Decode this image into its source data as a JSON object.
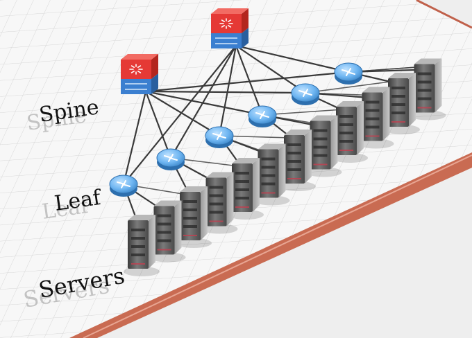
{
  "labels": {
    "spine": "Spine",
    "leaf": "Leaf",
    "servers": "Servers"
  },
  "colors": {
    "board": "#f7f7f7",
    "grid": "#d6d6d6",
    "board_edge": "#b5523a",
    "link": "#3a3a3a",
    "spine_top": "#e53935",
    "spine_bottom": "#3b7fd0",
    "leaf": "#6fb6f2",
    "server": "#5b5b5b"
  },
  "icons": {
    "spine_switch": "spine-switch-icon",
    "leaf_switch": "leaf-switch-icon",
    "server": "server-icon"
  },
  "topology": {
    "spine_count": 2,
    "leaf_count": 6,
    "server_count": 12
  }
}
